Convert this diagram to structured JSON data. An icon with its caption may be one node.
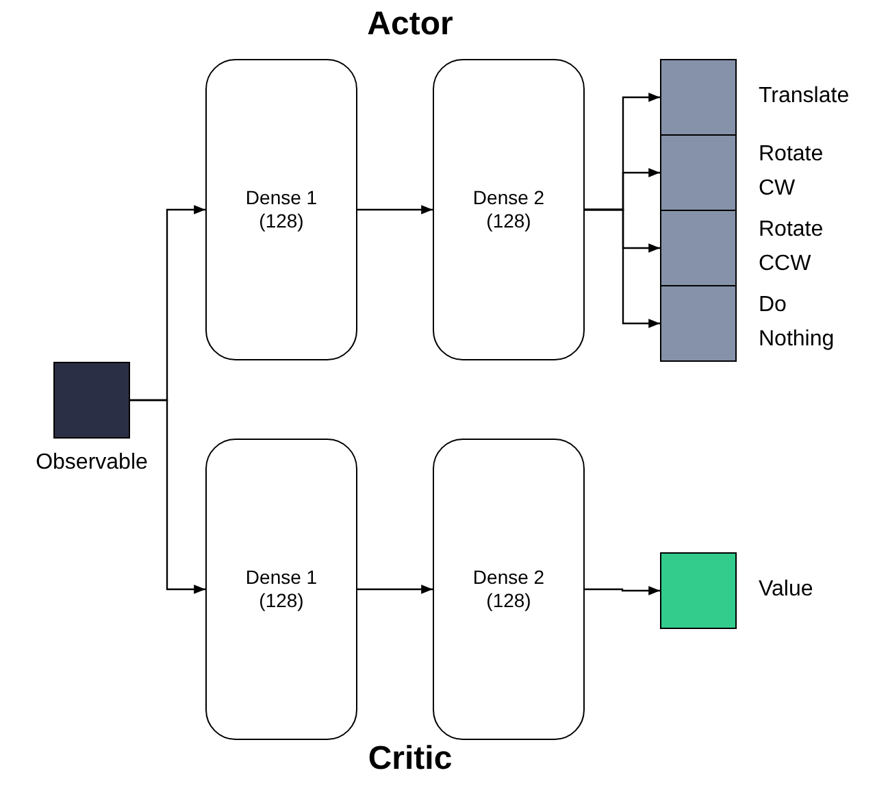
{
  "diagram": {
    "nodes": [
      {
        "text": [
          "Observable"
        ]
      },
      {
        "text": [
          "Dense 1 (128)"
        ]
      },
      {
        "text": [
          "Dense 2 (128)"
        ]
      },
      {
        "text": [
          "Translate"
        ]
      },
      {
        "text": [
          "Rotate CW"
        ]
      },
      {
        "text": [
          "Rotate CCW"
        ]
      },
      {
        "text": [
          "Do Nothing"
        ]
      },
      {
        "text": [
          "Dense 1 (128)"
        ]
      },
      {
        "text": [
          "Dense 2 (128)"
        ]
      },
      {
        "text": [
          "Value"
        ]
      }
    ],
    "edges": [
      {
        "from": 0,
        "to": 1,
        "arrow": "to"
      },
      {
        "from": 0,
        "to": 7,
        "arrow": "to"
      },
      {
        "from": 1,
        "to": 2,
        "arrow": "to"
      },
      {
        "from": 2,
        "to": 3,
        "arrow": "to"
      },
      {
        "from": 2,
        "to": 4,
        "arrow": "to"
      },
      {
        "from": 2,
        "to": 5,
        "arrow": "to"
      },
      {
        "from": 2,
        "to": 6,
        "arrow": "to"
      },
      {
        "from": 7,
        "to": 8,
        "arrow": "to"
      },
      {
        "from": 8,
        "to": 9,
        "arrow": "to"
      }
    ],
    "labels": [
      "Actor",
      "Critic"
    ]
  }
}
